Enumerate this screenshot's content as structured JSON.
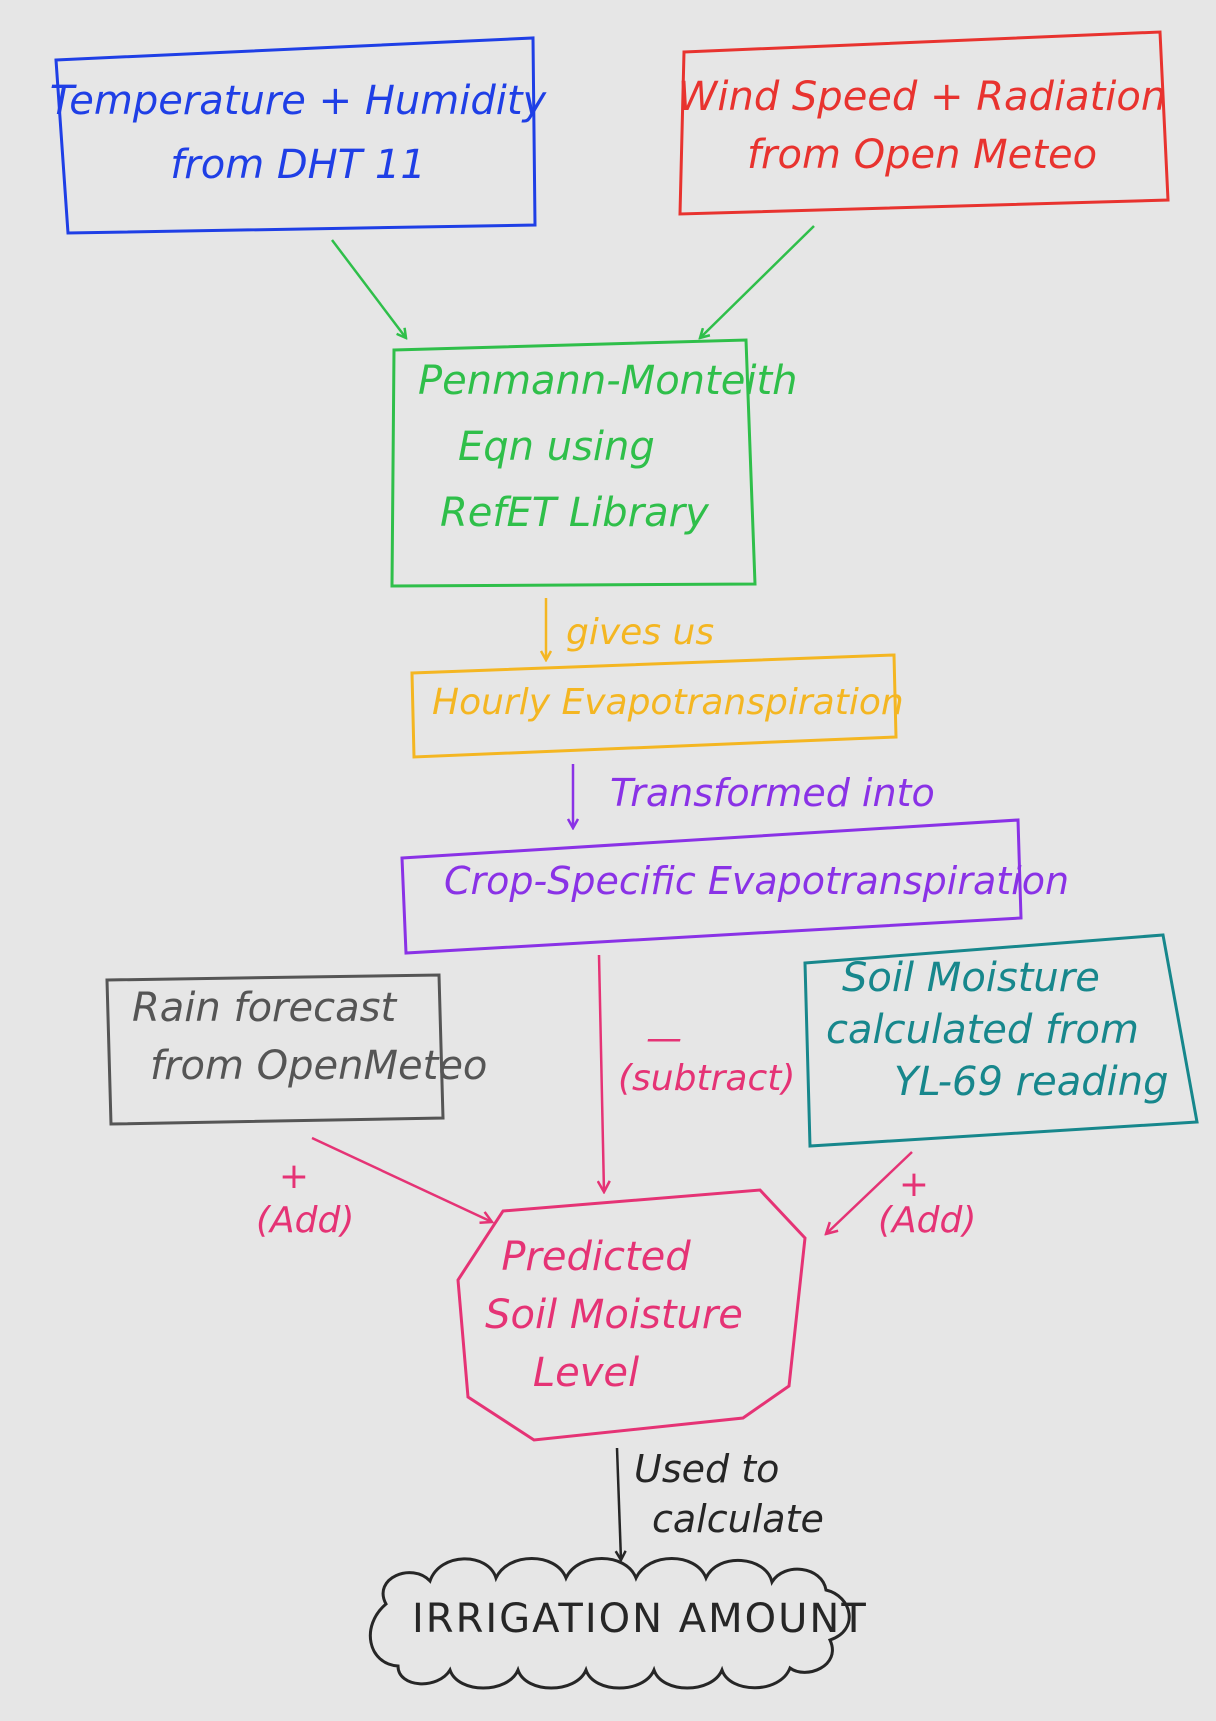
{
  "nodes": {
    "temp_humidity": {
      "line1": "Temperature + Humidity",
      "line2": "from DHT 11",
      "color": "#1f3fe6"
    },
    "wind_radiation": {
      "line1": "Wind Speed + Radiation",
      "line2": "from Open Meteo",
      "color": "#e8332f"
    },
    "penman": {
      "line1": "Penmann-Monteith",
      "line2": "Eqn using",
      "line3": "RefET Library",
      "color": "#2fbf4a"
    },
    "hourly_et": {
      "text": "Hourly Evapotranspiration",
      "color": "#f4b622"
    },
    "crop_et": {
      "text": "Crop-Specific Evapotranspiration",
      "color": "#8a32e6"
    },
    "rain": {
      "line1": "Rain forecast",
      "line2": "from OpenMeteo",
      "color": "#555555"
    },
    "soil_sensor": {
      "line1": "Soil Moisture",
      "line2": "calculated from",
      "line3": "YL-69 reading",
      "color": "#17878c"
    },
    "predicted": {
      "line1": "Predicted",
      "line2": "Soil Moisture",
      "line3": "Level",
      "color": "#e53375"
    },
    "irrigation": {
      "text": "IRRIGATION AMOUNT",
      "color": "#262626"
    }
  },
  "edges": {
    "gives_us": {
      "label": "gives us"
    },
    "transformed": {
      "label": "Transformed into"
    },
    "subtract": {
      "sign": "—",
      "label": "(subtract)"
    },
    "add_left": {
      "sign": "+",
      "label": "(Add)"
    },
    "add_right": {
      "sign": "+",
      "label": "(Add)"
    },
    "used_to": {
      "line1": "Used to",
      "line2": "calculate"
    }
  },
  "colors": {
    "background": "#e6e6e6",
    "input_arrows": "#2fbf4a",
    "pink_arrows": "#e53375",
    "final_arrow": "#262626"
  }
}
